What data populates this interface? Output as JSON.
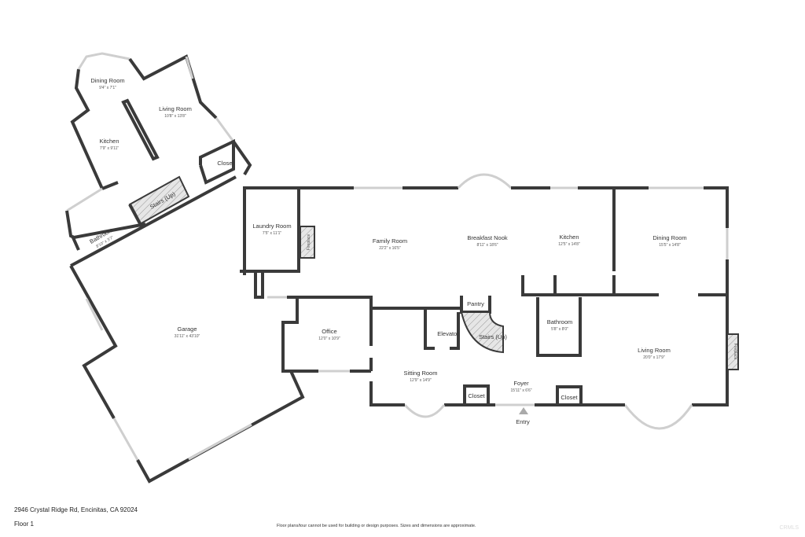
{
  "address": "2946 Crystal Ridge Rd, Encinitas, CA 92024",
  "floor": "Floor 1",
  "disclaimer": "Floor plans/tour cannot be used for building or design purposes. Sizes and dimensions are approximate.",
  "logo": "CRMLS",
  "rooms": [
    {
      "name": "Dining Room",
      "dim": "9'4\" x 7'1\""
    },
    {
      "name": "Living Room",
      "dim": "10'8\" x 13'8\""
    },
    {
      "name": "Kitchen",
      "dim": "7'9\" x 9'11\""
    },
    {
      "name": "Closet",
      "dim": ""
    },
    {
      "name": "Stairs (Up)",
      "dim": ""
    },
    {
      "name": "Bathroom",
      "dim": "8'10\" x 3'7\""
    },
    {
      "name": "Garage",
      "dim": "31'11\" x 43'10\""
    },
    {
      "name": "Laundry Room",
      "dim": "7'5\" x 11'1\""
    },
    {
      "name": "Fireplace",
      "dim": ""
    },
    {
      "name": "Family Room",
      "dim": "22'2\" x 16'5\""
    },
    {
      "name": "Breakfast Nook",
      "dim": "8'11\" x 18'6\""
    },
    {
      "name": "Kitchen",
      "dim": "12'5\" x 14'8\""
    },
    {
      "name": "Dining Room",
      "dim": "15'5\" x 14'8\""
    },
    {
      "name": "Pantry",
      "dim": ""
    },
    {
      "name": "Elevator",
      "dim": ""
    },
    {
      "name": "Stairs (Up)",
      "dim": ""
    },
    {
      "name": "Bathroom",
      "dim": "5'8\" x 8'0\""
    },
    {
      "name": "Office",
      "dim": "12'0\" x 10'9\""
    },
    {
      "name": "Living Room",
      "dim": "20'0\" x 17'9\""
    },
    {
      "name": "Fireplace",
      "dim": ""
    },
    {
      "name": "Sitting Room",
      "dim": "12'9\" x 14'9\""
    },
    {
      "name": "Foyer",
      "dim": "15'11\" x 6'6\""
    },
    {
      "name": "Closet",
      "dim": ""
    },
    {
      "name": "Closet",
      "dim": ""
    },
    {
      "name": "Entry",
      "dim": ""
    }
  ]
}
